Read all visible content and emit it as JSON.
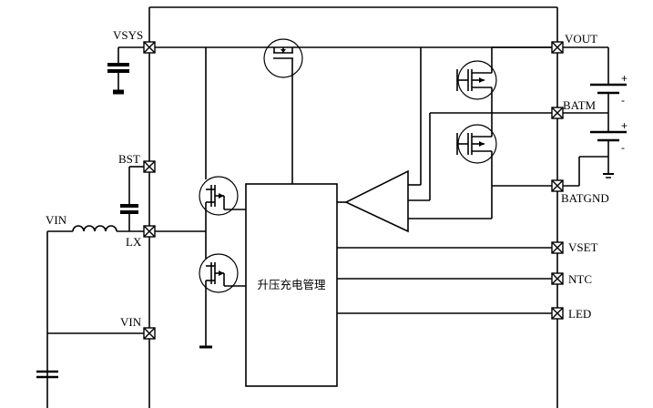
{
  "pins": {
    "vsys": "VSYS",
    "bst": "BST",
    "lx": "LX",
    "vin_left": "VIN",
    "vin_chip": "VIN",
    "vout": "VOUT",
    "batm": "BATM",
    "batgnd": "BATGND",
    "vset": "VSET",
    "ntc": "NTC",
    "led": "LED"
  },
  "block_label": "升压充电管理",
  "battery_marks": {
    "plus_top": "+",
    "minus_top": "-",
    "plus_bottom": "+",
    "minus_bottom": "-"
  }
}
